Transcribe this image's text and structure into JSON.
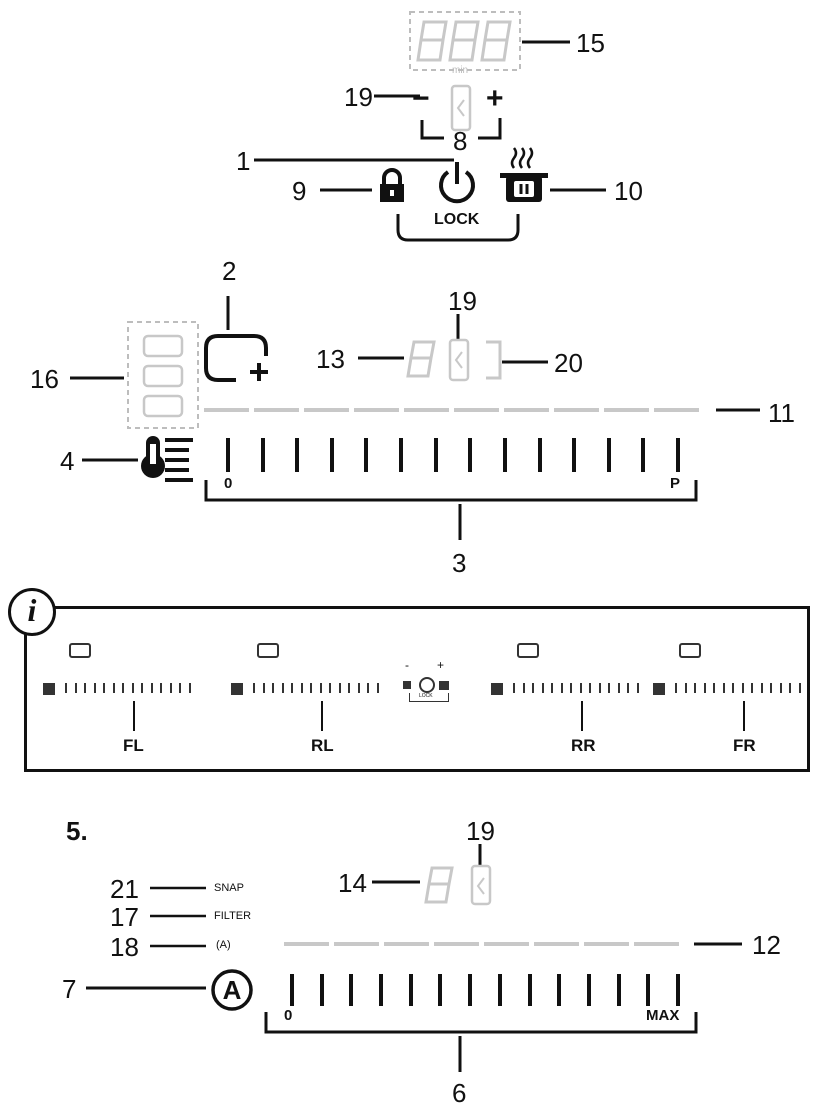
{
  "callouts": {
    "c1": "1",
    "c2": "2",
    "c3": "3",
    "c4": "4",
    "c5": "5.",
    "c6": "6",
    "c7": "7",
    "c8": "8",
    "c9": "9",
    "c10": "10",
    "c11": "11",
    "c12": "12",
    "c13": "13",
    "c14": "14",
    "c15": "15",
    "c16": "16",
    "c17": "17",
    "c18": "18",
    "c19a": "19",
    "c19b": "19",
    "c19c": "19",
    "c20": "20",
    "c21": "21"
  },
  "timer": {
    "unit": "min",
    "minus": "−",
    "plus": "+"
  },
  "lock": {
    "label": "LOCK"
  },
  "cooking_zone_slider": {
    "start": "0",
    "end": "P",
    "segments": 14
  },
  "hood_slider": {
    "start": "0",
    "end": "MAX",
    "segments": 14
  },
  "hood_labels": {
    "snap": "SNAP",
    "filter": "FILTER",
    "auto": "(A)",
    "auto_icon": "A"
  },
  "info": {
    "icon": "i",
    "zones": [
      {
        "code": "FL"
      },
      {
        "code": "RL"
      },
      {
        "code": "RR"
      },
      {
        "code": "FR"
      }
    ],
    "mini_minus": "-",
    "mini_plus": "+",
    "mini_lock": "LOCK"
  },
  "icons": [
    "lock-icon",
    "power-icon",
    "pot-icon",
    "add-zone-icon",
    "thermometer-icon",
    "auto-icon",
    "info-icon"
  ]
}
